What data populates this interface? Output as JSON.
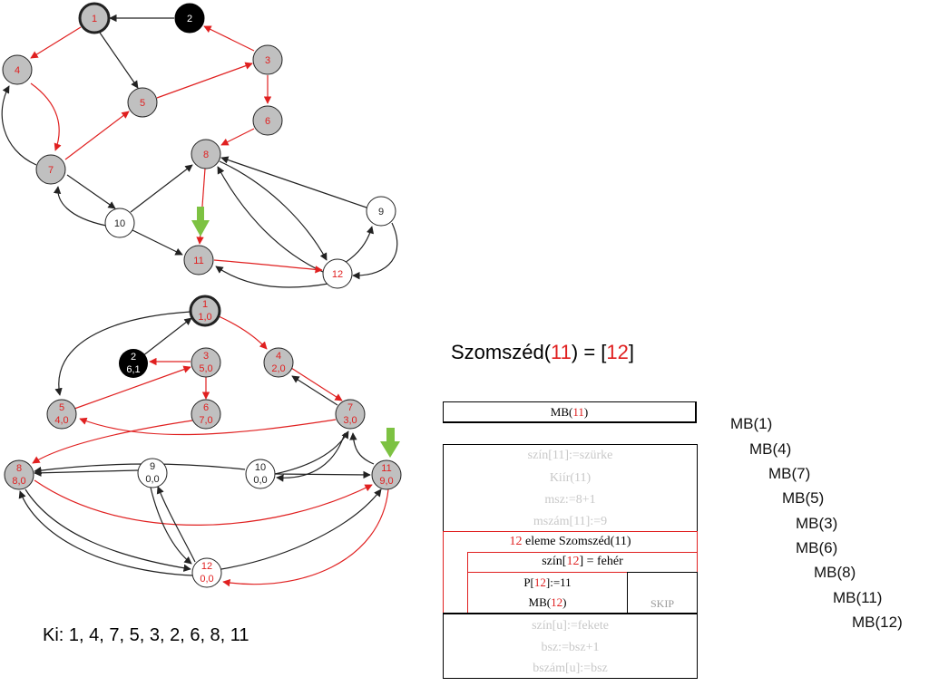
{
  "colors": {
    "red": "#e02020",
    "black": "#222222",
    "gray_fill": "#c0c0c0",
    "white_fill": "#ffffff",
    "green": "#7dc242"
  },
  "graph1": {
    "nodes": [
      {
        "id": "1",
        "color": "gray",
        "bold": true
      },
      {
        "id": "2",
        "color": "black"
      },
      {
        "id": "3",
        "color": "gray"
      },
      {
        "id": "4",
        "color": "gray"
      },
      {
        "id": "5",
        "color": "gray"
      },
      {
        "id": "6",
        "color": "gray"
      },
      {
        "id": "7",
        "color": "gray"
      },
      {
        "id": "8",
        "color": "gray"
      },
      {
        "id": "9",
        "color": "white"
      },
      {
        "id": "10",
        "color": "white"
      },
      {
        "id": "11",
        "color": "gray"
      },
      {
        "id": "12",
        "color": "white"
      }
    ],
    "edges": [
      {
        "from": "2",
        "to": "1",
        "color": "black"
      },
      {
        "from": "1",
        "to": "4",
        "color": "red"
      },
      {
        "from": "1",
        "to": "5",
        "color": "black"
      },
      {
        "from": "3",
        "to": "2",
        "color": "red"
      },
      {
        "from": "5",
        "to": "3",
        "color": "red"
      },
      {
        "from": "3",
        "to": "6",
        "color": "red"
      },
      {
        "from": "4",
        "to": "7",
        "color": "red"
      },
      {
        "from": "7",
        "to": "4",
        "color": "black"
      },
      {
        "from": "7",
        "to": "5",
        "color": "red"
      },
      {
        "from": "6",
        "to": "8",
        "color": "red"
      },
      {
        "from": "7",
        "to": "10",
        "color": "black"
      },
      {
        "from": "10",
        "to": "7",
        "color": "black"
      },
      {
        "from": "10",
        "to": "8",
        "color": "black"
      },
      {
        "from": "10",
        "to": "11",
        "color": "black"
      },
      {
        "from": "8",
        "to": "11",
        "color": "red"
      },
      {
        "from": "9",
        "to": "8",
        "color": "black"
      },
      {
        "from": "12",
        "to": "8",
        "color": "black"
      },
      {
        "from": "8",
        "to": "12",
        "color": "black"
      },
      {
        "from": "11",
        "to": "12",
        "color": "red"
      },
      {
        "from": "12",
        "to": "11",
        "color": "black"
      },
      {
        "from": "12",
        "to": "9",
        "color": "black"
      },
      {
        "from": "9",
        "to": "12",
        "color": "black"
      }
    ]
  },
  "graph2": {
    "nodes": [
      {
        "id": "1",
        "sub": "1,0",
        "color": "gray",
        "bold": true
      },
      {
        "id": "2",
        "sub": "6,1",
        "color": "black"
      },
      {
        "id": "3",
        "sub": "5,0",
        "color": "gray"
      },
      {
        "id": "4",
        "sub": "2,0",
        "color": "gray"
      },
      {
        "id": "5",
        "sub": "4,0",
        "color": "gray"
      },
      {
        "id": "6",
        "sub": "7,0",
        "color": "gray"
      },
      {
        "id": "7",
        "sub": "3,0",
        "color": "gray"
      },
      {
        "id": "8",
        "sub": "8,0",
        "color": "gray"
      },
      {
        "id": "9",
        "sub": "0,0",
        "color": "white"
      },
      {
        "id": "10",
        "sub": "0,0",
        "color": "white"
      },
      {
        "id": "11",
        "sub": "9,0",
        "color": "gray"
      },
      {
        "id": "12",
        "sub": "0,0",
        "color": "white"
      }
    ]
  },
  "heading": {
    "prefix": "Szomszéd(",
    "arg": "11",
    "mid": ") = [",
    "val": "12",
    "suffix": "]"
  },
  "struct": {
    "header": {
      "prefix": "MB(",
      "arg": "11",
      "suffix": ")"
    },
    "lines_top": [
      "szín[11]:=szürke",
      "Kiír(11)",
      "msz:=8+1",
      "mszám[11]:=9"
    ],
    "loop": {
      "num": "12",
      "text": " eleme Szomszéd(11)"
    },
    "cond": {
      "prefix": "szín[",
      "num": "12",
      "suffix": "] = fehér"
    },
    "then1": {
      "prefix": "P[",
      "num": "12",
      "suffix": "]:=11"
    },
    "then2": {
      "prefix": "MB(",
      "num": "12",
      "suffix": ")"
    },
    "else": "SKIP",
    "lines_bottom": [
      "szín[u]:=fekete",
      "bsz:=bsz+1",
      "bszám[u]:=bsz"
    ]
  },
  "callstack": [
    "MB(1)",
    "MB(4)",
    "MB(7)",
    "MB(5)",
    "MB(3)",
    "MB(6)",
    "MB(8)",
    "MB(11)",
    "MB(12)"
  ],
  "output": "Ki: 1, 4, 7, 5, 3, 2, 6, 8, 11"
}
